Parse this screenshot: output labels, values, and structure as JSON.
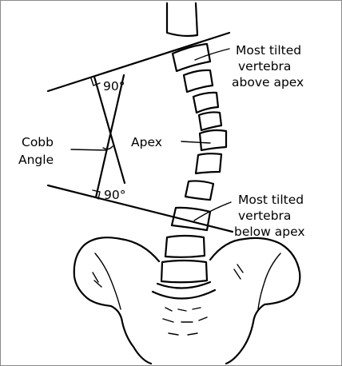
{
  "labels": {
    "most_tilted_above": [
      "Most tilted",
      "vertebra",
      "above apex"
    ],
    "most_tilted_below": [
      "Most tilted",
      "vertebra",
      "below apex"
    ],
    "apex": "Apex",
    "cobb_angle": [
      "Cobb",
      "Angle"
    ],
    "right_angle_upper": "90°",
    "right_angle_lower": "90°"
  }
}
